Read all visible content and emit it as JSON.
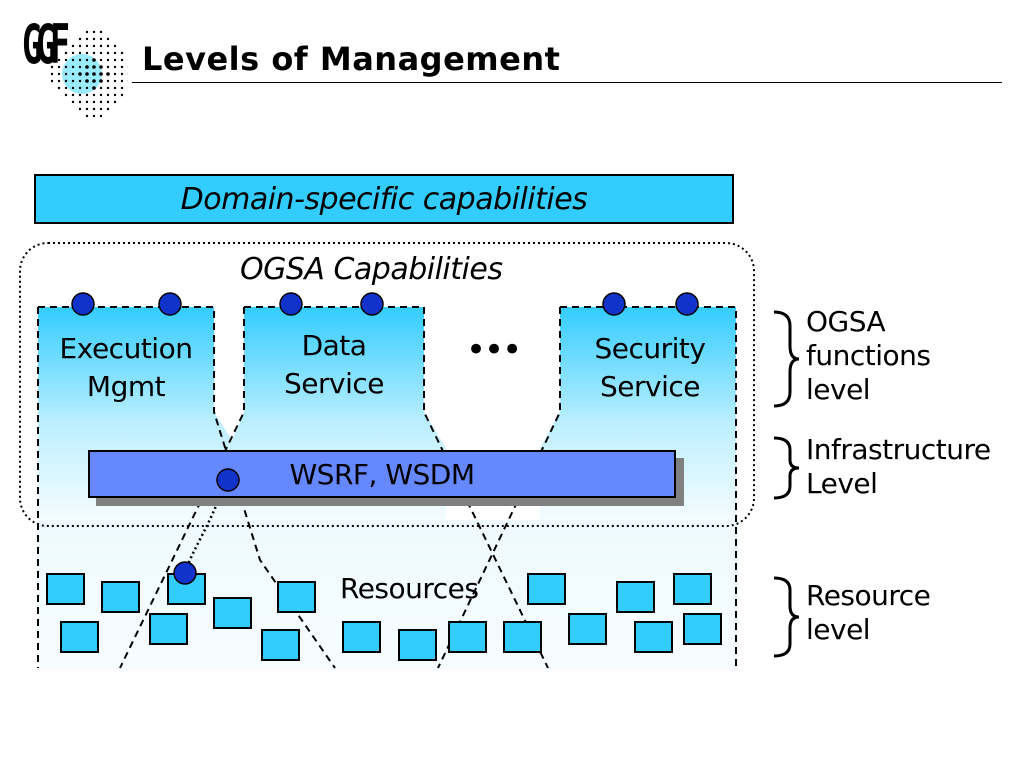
{
  "header": {
    "title": "Levels of Management",
    "logo_text": "GGF"
  },
  "diagram": {
    "domain_bar": "Domain-specific capabilities",
    "ogsa_capabilities": "OGSA Capabilities",
    "services": [
      {
        "line1": "Execution",
        "line2": "Mgmt"
      },
      {
        "line1": "Data",
        "line2": "Service"
      },
      {
        "line1": "Security",
        "line2": "Service"
      }
    ],
    "ellipsis": "•••",
    "infrastructure_bar": "WSRF, WSDM",
    "resources": "Resources"
  },
  "levels": [
    {
      "text": "OGSA\nfunctions\nlevel"
    },
    {
      "text": "Infrastructure\nLevel"
    },
    {
      "text": "Resource\nlevel"
    }
  ],
  "colors": {
    "domain_bar": "#33ccff",
    "infrastructure_bar": "#6688ff",
    "service_gradient_top": "#33ccff",
    "service_gradient_bottom": "#ffffff",
    "resource_square": "#33ccff",
    "endpoint_dot": "#1133cc"
  }
}
